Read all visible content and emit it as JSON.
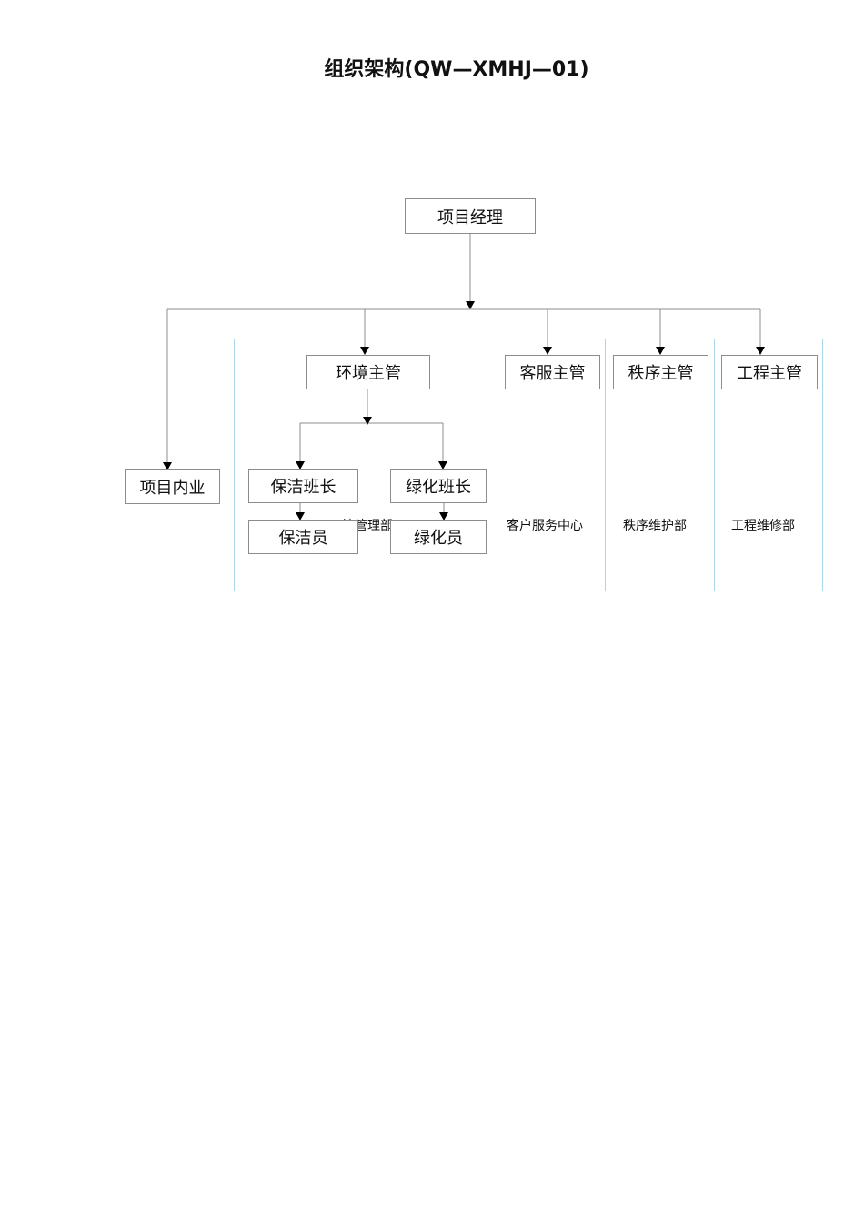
{
  "title": "组织架构(QW—XMHJ—01)",
  "colors": {
    "node_border": "#8c8c8c",
    "panel_border": "#a9d6ea",
    "connector": "#8c8c8c",
    "arrow": "#000000"
  },
  "nodes": {
    "project_manager": "项目经理",
    "project_internal": "项目内业",
    "env_supervisor": "环境主管",
    "cs_supervisor": "客服主管",
    "order_supervisor": "秩序主管",
    "eng_supervisor": "工程主管",
    "cleaning_lead": "保洁班长",
    "greening_lead": "绿化班长",
    "cleaner": "保洁员",
    "gardener": "绿化员"
  },
  "departments": {
    "env": "环境管理部",
    "cs": "客户服务中心",
    "order": "秩序维护部",
    "eng": "工程维修部"
  }
}
